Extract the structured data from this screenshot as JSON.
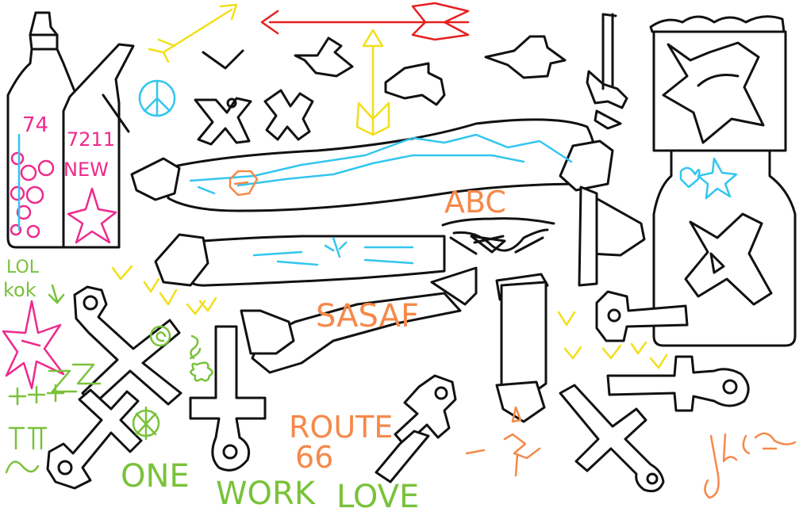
{
  "texts": {
    "bottle_left_number": "74",
    "bottle_right_number": "7211",
    "bottle_right_word": "NEW",
    "lol": "LOL",
    "kok": "kok",
    "abc": "ABC",
    "sasaf": "SASAF",
    "route": "ROUTE",
    "route_number": "66",
    "one": "ONE",
    "work": "WORK",
    "love": "LOVE"
  },
  "colors": {
    "ink": "#111111",
    "blue": "#33c6ee",
    "pink": "#ee2a8c",
    "orange": "#f5894a",
    "green": "#79c23a",
    "yellow": "#f2df1a",
    "red": "#e62020"
  }
}
